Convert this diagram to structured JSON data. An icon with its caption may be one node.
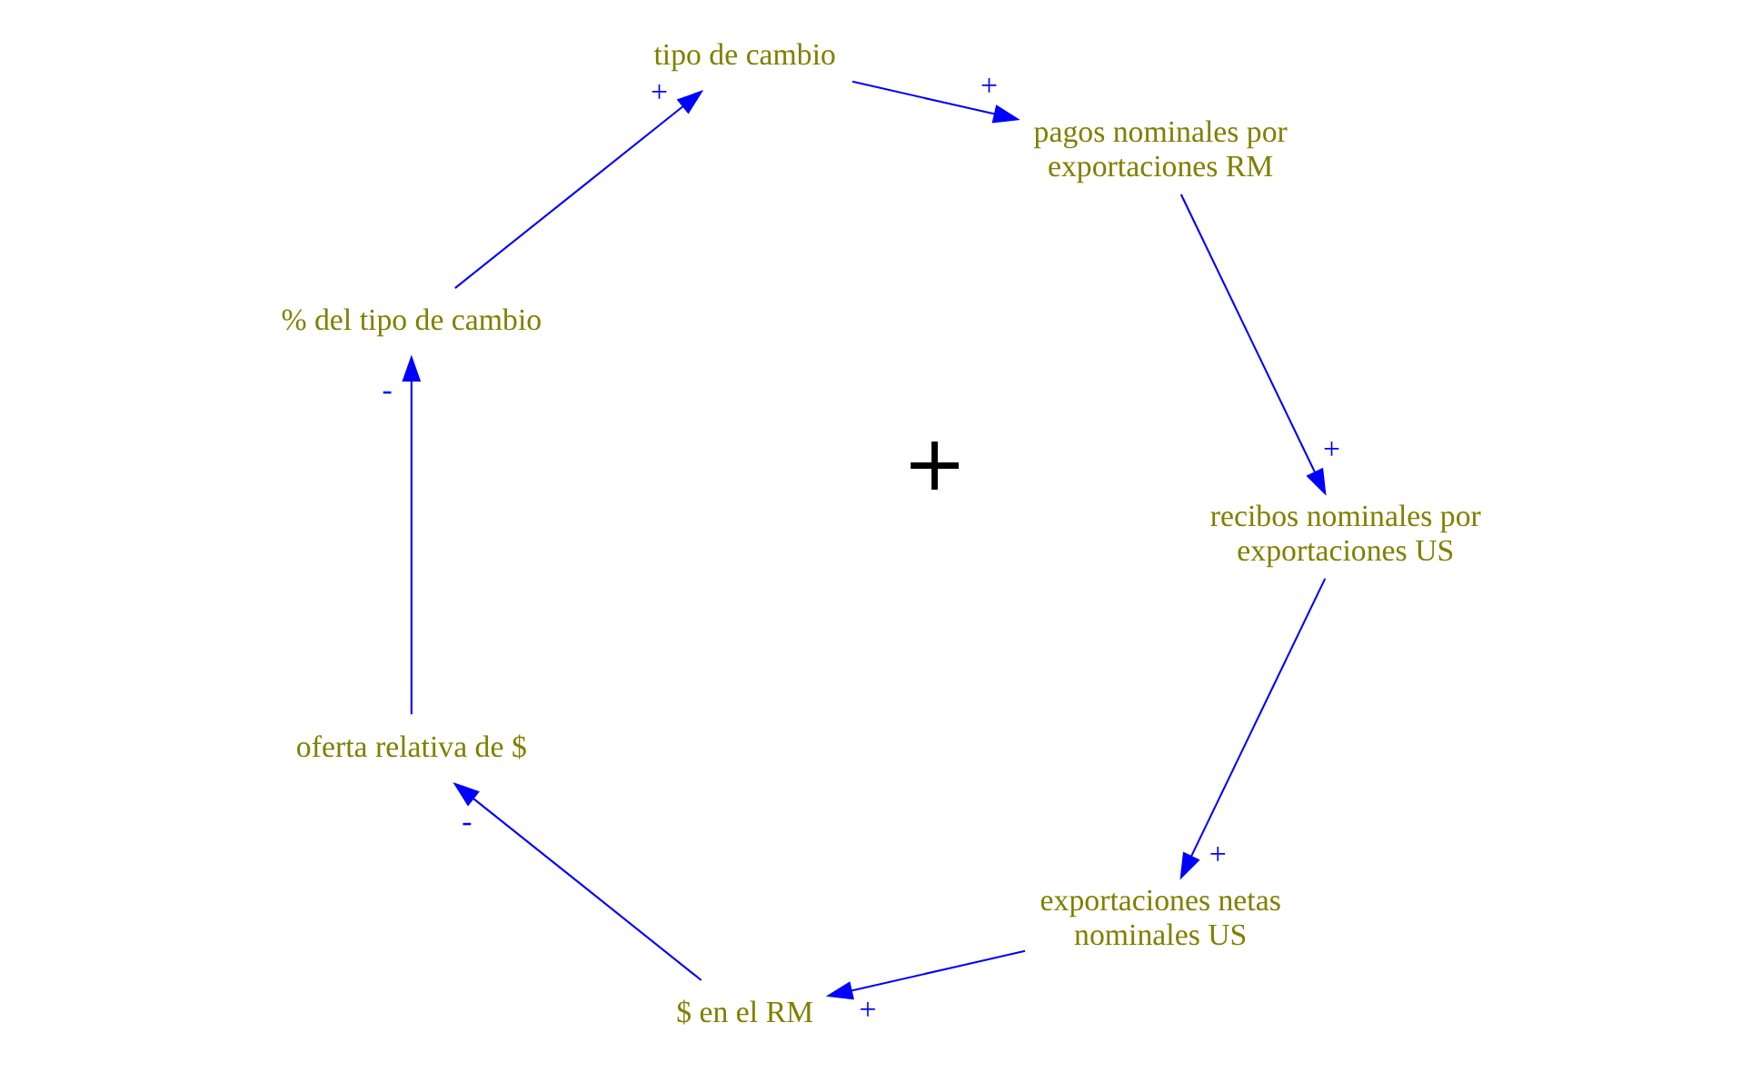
{
  "diagram": {
    "nodes": [
      {
        "text": [
          "exportaciones netas nominales US"
        ]
      },
      {
        "text": [
          "$ en el RM"
        ]
      },
      {
        "text": [
          "oferta relativa de $"
        ]
      },
      {
        "text": [
          "% del tipo de cambio"
        ]
      },
      {
        "text": [
          "tipo de cambio"
        ]
      },
      {
        "text": [
          "pagos nominales por exportaciones RM"
        ]
      },
      {
        "text": [
          "recibos nominales por exportaciones US"
        ]
      }
    ],
    "edges": [
      {
        "from": 0,
        "to": 1,
        "arrow": "to",
        "label": "+"
      },
      {
        "from": 1,
        "to": 2,
        "arrow": "to",
        "label": "-"
      },
      {
        "from": 2,
        "to": 3,
        "arrow": "to",
        "label": "-"
      },
      {
        "from": 3,
        "to": 4,
        "arrow": "to",
        "label": "+"
      },
      {
        "from": 4,
        "to": 5,
        "arrow": "to",
        "label": "+"
      },
      {
        "from": 5,
        "to": 6,
        "arrow": "to",
        "label": "+"
      },
      {
        "from": 6,
        "to": 0,
        "arrow": "to",
        "label": "+"
      }
    ],
    "labels": [
      "+"
    ]
  }
}
